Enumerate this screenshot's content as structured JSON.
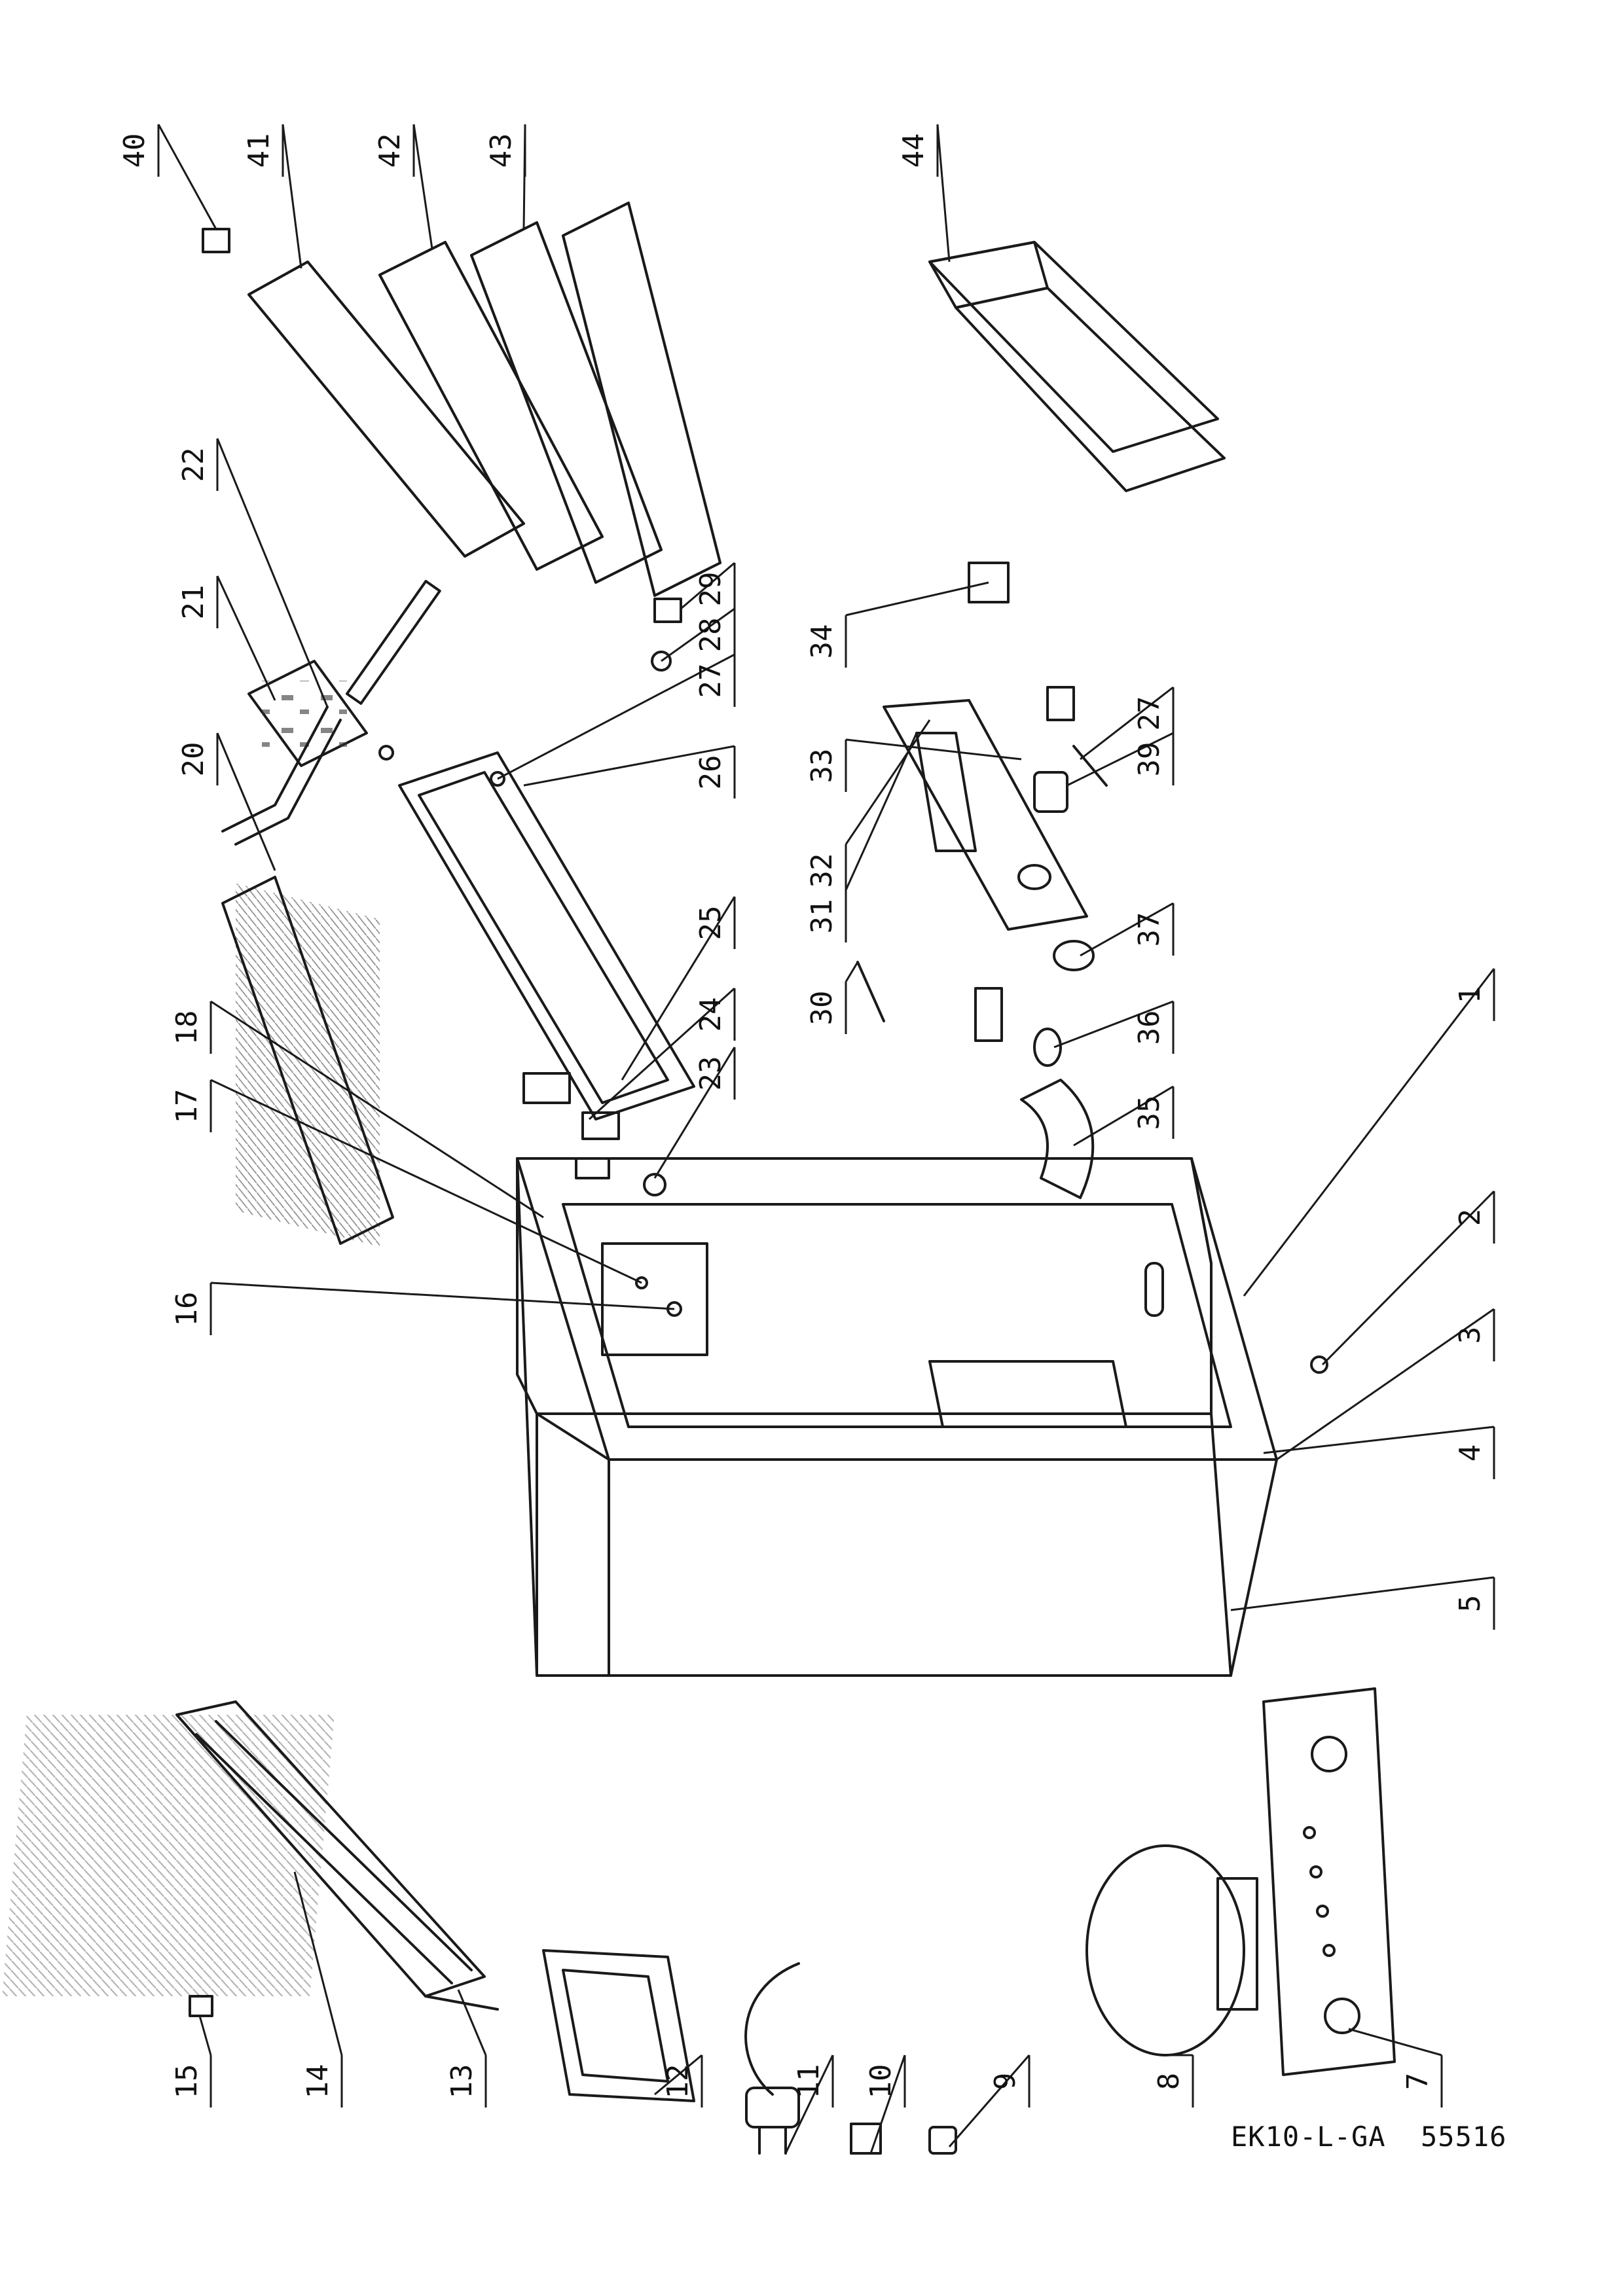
{
  "drawing": {
    "model_code": "EK10-L-GA",
    "drawing_number": "55516",
    "callouts": [
      {
        "num": "1"
      },
      {
        "num": "2"
      },
      {
        "num": "3"
      },
      {
        "num": "4"
      },
      {
        "num": "5"
      },
      {
        "num": "7"
      },
      {
        "num": "8"
      },
      {
        "num": "9"
      },
      {
        "num": "10"
      },
      {
        "num": "11"
      },
      {
        "num": "12"
      },
      {
        "num": "13"
      },
      {
        "num": "14"
      },
      {
        "num": "15"
      },
      {
        "num": "16"
      },
      {
        "num": "17"
      },
      {
        "num": "18"
      },
      {
        "num": "20"
      },
      {
        "num": "21"
      },
      {
        "num": "22"
      },
      {
        "num": "23"
      },
      {
        "num": "24"
      },
      {
        "num": "25"
      },
      {
        "num": "26"
      },
      {
        "num": "27"
      },
      {
        "num": "28"
      },
      {
        "num": "29"
      },
      {
        "num": "30"
      },
      {
        "num": "31"
      },
      {
        "num": "32"
      },
      {
        "num": "33"
      },
      {
        "num": "27"
      },
      {
        "num": "34"
      },
      {
        "num": "35"
      },
      {
        "num": "36"
      },
      {
        "num": "37"
      },
      {
        "num": "39"
      },
      {
        "num": "40"
      },
      {
        "num": "41"
      },
      {
        "num": "42"
      },
      {
        "num": "43"
      },
      {
        "num": "44"
      }
    ]
  }
}
